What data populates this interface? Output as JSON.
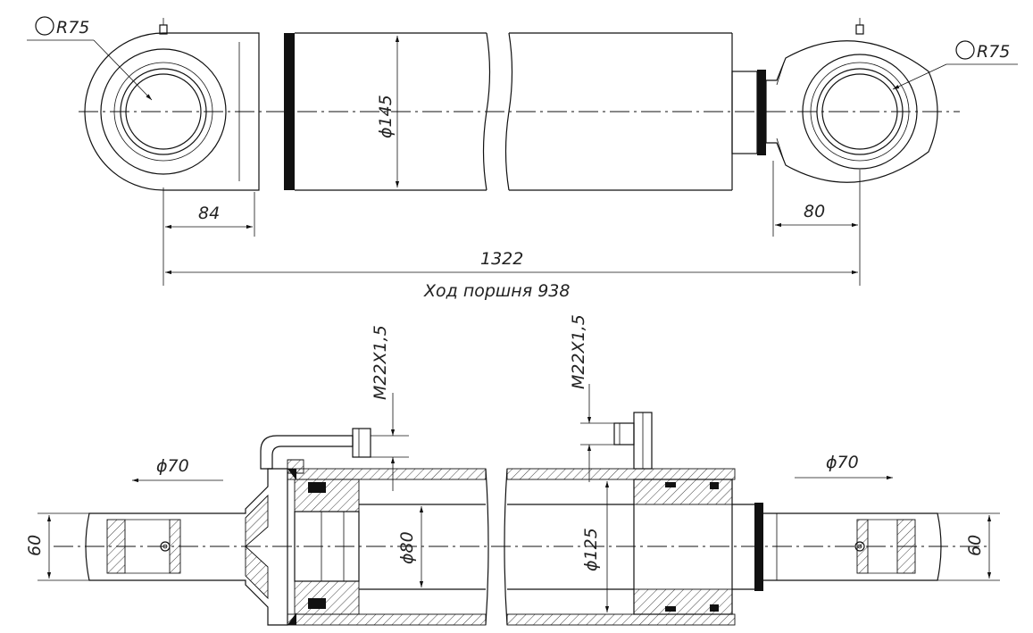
{
  "drawing": {
    "top_view": {
      "radius_left": "R75",
      "radius_right": "R75",
      "barrel_diameter": "ϕ145",
      "left_eye_offset": "84",
      "right_eye_offset": "80",
      "overall_length": "1322",
      "stroke_label": "Ход поршня 938"
    },
    "section_view": {
      "port_thread_left": "M22X1,5",
      "port_thread_right": "M22X1,5",
      "left_pin_diameter": "ϕ70",
      "right_pin_diameter": "ϕ70",
      "rod_diameter": "ϕ80",
      "bore_diameter": "ϕ125",
      "left_eye_width": "60",
      "right_eye_width": "60"
    }
  }
}
